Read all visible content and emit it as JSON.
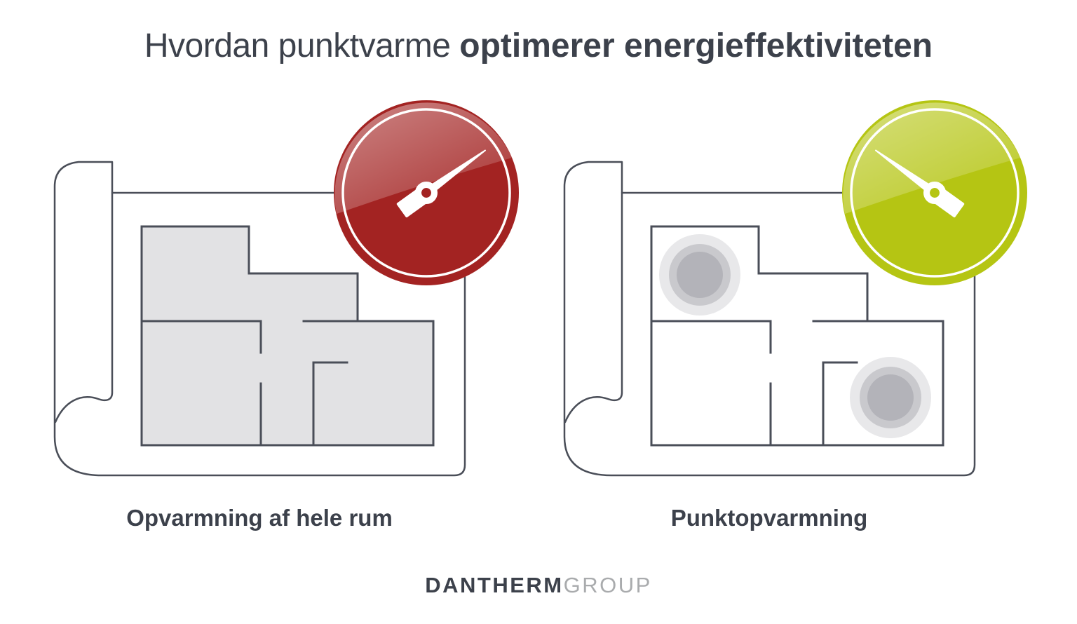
{
  "title": {
    "regular": "Hvordan punktvarme",
    "bold": "optimerer energieffektiviteten"
  },
  "panels": [
    {
      "label": "Opvarmning af hele rum",
      "description": "blueprint floor plan with all rooms fully shaded (whole-room heating)",
      "gauge_icon": "speedometer-high-icon",
      "gauge_color": "#a32322",
      "gauge_needle": "pointing high (upper right)",
      "room_fill": "#e2e2e4",
      "heat_spots": 0
    },
    {
      "label": "Punktopvarmning",
      "description": "blueprint floor plan with white rooms and two local heat spots (spot heating)",
      "gauge_icon": "speedometer-low-icon",
      "gauge_color": "#b5c513",
      "gauge_needle": "pointing low (upper left)",
      "room_fill": "#ffffff",
      "heat_spots": 2
    }
  ],
  "footer_logo": {
    "primary": "DANTHERM",
    "secondary": "GROUP"
  },
  "icons": {
    "left_gauge": "speedometer-high-red",
    "right_gauge": "speedometer-low-green",
    "heat_spot": "concentric-gray-circles"
  },
  "colors": {
    "red": "#a32322",
    "green": "#b5c513",
    "ink": "#3c414b",
    "line": "#4a4e58",
    "room": "#e2e2e4",
    "logo-gray": "#a9abad",
    "spot-outer": "#e8e8ea",
    "spot-mid": "#c9c9cd",
    "spot-inner": "#b3b3b9"
  }
}
